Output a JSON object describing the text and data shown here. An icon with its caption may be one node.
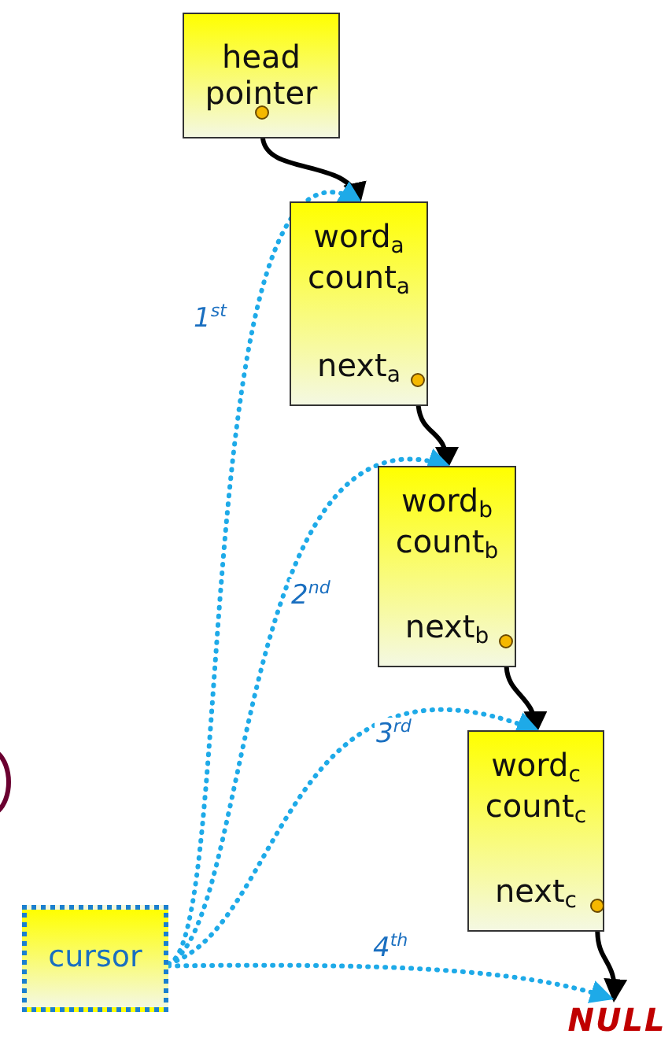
{
  "diagram": {
    "nodes": [
      {
        "text": [
          "head pointer"
        ]
      },
      {
        "text": [
          "word$_{a}$ count$_{a}$",
          "next$_{a}$"
        ]
      },
      {
        "text": [
          "word$_{b}$ count$_{b}$",
          "next$_{b}$"
        ]
      },
      {
        "text": [
          "word$_{c}$ count$_{c}$",
          "next$_{c}$"
        ]
      },
      {
        "text": [
          "cursor"
        ]
      },
      {
        "text": [
          "NULL"
        ]
      }
    ],
    "edges": [
      {
        "from": 0,
        "to": 1,
        "arrow": "to"
      },
      {
        "from": 1,
        "to": 2,
        "arrow": "to"
      },
      {
        "from": 2,
        "to": 3,
        "arrow": "to"
      },
      {
        "from": 3,
        "to": 5,
        "arrow": "to"
      },
      {
        "from": 4,
        "to": 1,
        "arrow": "to",
        "label": "1$^{st}$",
        "style": "dashed",
        "color": "#1eaae8"
      },
      {
        "from": 4,
        "to": 2,
        "arrow": "to",
        "label": "2$^{nd}$",
        "style": "dashed",
        "color": "#1eaae8"
      },
      {
        "from": 4,
        "to": 3,
        "arrow": "to",
        "label": "3$^{rd}$",
        "style": "dashed",
        "color": "#1eaae8"
      },
      {
        "from": 4,
        "to": 5,
        "arrow": "to",
        "label": "4$^{th}$",
        "style": "dashed",
        "color": "#1eaae8"
      }
    ]
  }
}
